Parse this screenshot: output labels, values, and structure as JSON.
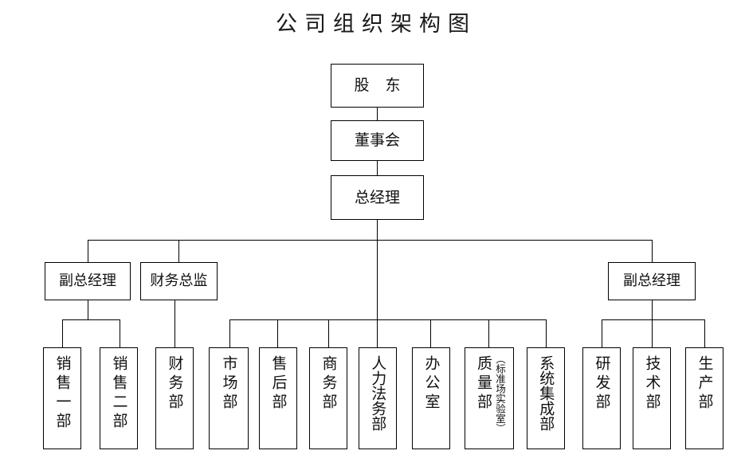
{
  "title": "公司组织架构图",
  "nodes": {
    "shareholders": "股 东",
    "board": "董事会",
    "general_manager": "总经理",
    "deputy_gm_left": "副总经理",
    "finance_director": "财务总监",
    "deputy_gm_right": "副总经理",
    "sales_1": "销售一部",
    "sales_2": "销售二部",
    "finance_dept": "财务部",
    "marketing_dept": "市场部",
    "aftersales_dept": "售后部",
    "business_dept": "商务部",
    "hr_legal_dept": "人力法务部",
    "office": "办公室",
    "quality_dept": "质量部",
    "quality_note": "（标准场实验室）",
    "system_integration_dept": "系统集成部",
    "rd_dept": "研发部",
    "tech_dept": "技术部",
    "production_dept": "生产部"
  },
  "chart_data": {
    "type": "diagram",
    "diagram_type": "organization-chart",
    "title": "公司组织架构图",
    "levels": [
      {
        "level": 1,
        "nodes": [
          {
            "id": "shareholders",
            "label": "股 东"
          }
        ]
      },
      {
        "level": 2,
        "nodes": [
          {
            "id": "board",
            "label": "董事会",
            "parent": "shareholders"
          }
        ]
      },
      {
        "level": 3,
        "nodes": [
          {
            "id": "general_manager",
            "label": "总经理",
            "parent": "board"
          }
        ]
      },
      {
        "level": 4,
        "nodes": [
          {
            "id": "deputy_gm_left",
            "label": "副总经理",
            "parent": "general_manager"
          },
          {
            "id": "finance_director",
            "label": "财务总监",
            "parent": "general_manager"
          },
          {
            "id": "deputy_gm_right",
            "label": "副总经理",
            "parent": "general_manager"
          }
        ]
      },
      {
        "level": 5,
        "nodes": [
          {
            "id": "sales_1",
            "label": "销售一部",
            "parent": "deputy_gm_left",
            "orientation": "vertical"
          },
          {
            "id": "sales_2",
            "label": "销售二部",
            "parent": "deputy_gm_left",
            "orientation": "vertical"
          },
          {
            "id": "finance_dept",
            "label": "财务部",
            "parent": "finance_director",
            "orientation": "vertical"
          },
          {
            "id": "marketing_dept",
            "label": "市场部",
            "parent": "general_manager",
            "orientation": "vertical"
          },
          {
            "id": "aftersales_dept",
            "label": "售后部",
            "parent": "general_manager",
            "orientation": "vertical"
          },
          {
            "id": "business_dept",
            "label": "商务部",
            "parent": "general_manager",
            "orientation": "vertical"
          },
          {
            "id": "hr_legal_dept",
            "label": "人力法务部",
            "parent": "general_manager",
            "orientation": "vertical"
          },
          {
            "id": "office",
            "label": "办公室",
            "parent": "general_manager",
            "orientation": "vertical"
          },
          {
            "id": "quality_dept",
            "label": "质量部",
            "note": "（标准场实验室）",
            "parent": "general_manager",
            "orientation": "vertical"
          },
          {
            "id": "system_integration_dept",
            "label": "系统集成部",
            "parent": "general_manager",
            "orientation": "vertical"
          },
          {
            "id": "rd_dept",
            "label": "研发部",
            "parent": "deputy_gm_right",
            "orientation": "vertical"
          },
          {
            "id": "tech_dept",
            "label": "技术部",
            "parent": "deputy_gm_right",
            "orientation": "vertical"
          },
          {
            "id": "production_dept",
            "label": "生产部",
            "parent": "deputy_gm_right",
            "orientation": "vertical"
          }
        ]
      }
    ],
    "node_count": 20,
    "line_color": "#000000",
    "box_fill": "#ffffff",
    "text_color": "#000000"
  }
}
